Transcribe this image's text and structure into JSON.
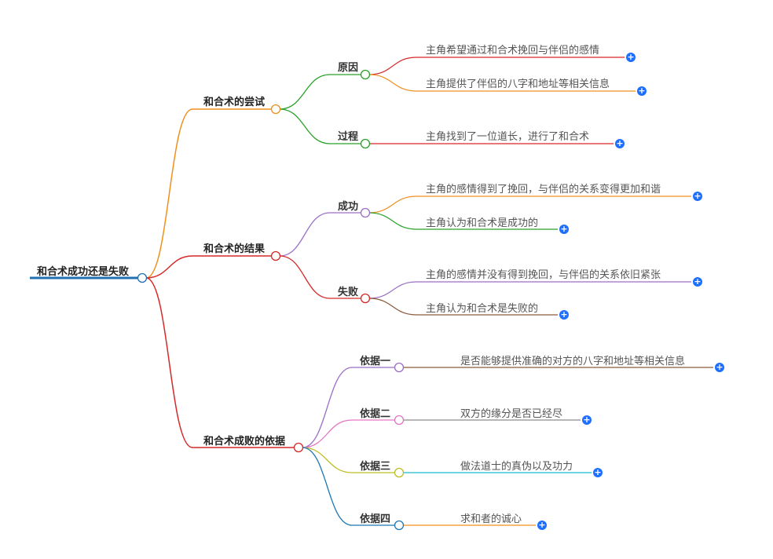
{
  "root": {
    "label": "和合术成功还是失败",
    "color": "#1f6fb2"
  },
  "branches": [
    {
      "label": "和合术的尝试",
      "color": "#f0901e",
      "children": [
        {
          "label": "原因",
          "color": "#2aa02a",
          "leaves": [
            {
              "text": "主角希望通过和合术挽回与伴侣的感情",
              "color": "#d62828"
            },
            {
              "text": "主角提供了伴侣的八字和地址等相关信息",
              "color": "#f0901e"
            }
          ]
        },
        {
          "label": "过程",
          "color": "#2aa02a",
          "leaves": [
            {
              "text": "主角找到了一位道长，进行了和合术",
              "color": "#d62828"
            }
          ]
        }
      ]
    },
    {
      "label": "和合术的结果",
      "color": "#d62828",
      "children": [
        {
          "label": "成功",
          "color": "#9b6fc6",
          "leaves": [
            {
              "text": "主角的感情得到了挽回，与伴侣的关系变得更加和谐",
              "color": "#f0901e"
            },
            {
              "text": "主角认为和合术是成功的",
              "color": "#2aa02a"
            }
          ]
        },
        {
          "label": "失败",
          "color": "#d62828",
          "leaves": [
            {
              "text": "主角的感情并没有得到挽回，与伴侣的关系依旧紧张",
              "color": "#9b6fc6"
            },
            {
              "text": "主角认为和合术是失败的",
              "color": "#8b5a3c"
            }
          ]
        }
      ]
    },
    {
      "label": "和合术成败的依据",
      "color": "#d62828",
      "children": [
        {
          "label": "依据一",
          "color": "#9b6fc6",
          "leaves": [
            {
              "text": "是否能够提供准确的对方的八字和地址等相关信息",
              "color": "#8b5a3c"
            }
          ]
        },
        {
          "label": "依据二",
          "color": "#e377c2",
          "leaves": [
            {
              "text": "双方的缘分是否已经尽",
              "color": "#8c8c8c"
            }
          ]
        },
        {
          "label": "依据三",
          "color": "#bcbd22",
          "leaves": [
            {
              "text": "做法道士的真伪以及功力",
              "color": "#17becf"
            }
          ]
        },
        {
          "label": "依据四",
          "color": "#1f77b4",
          "leaves": [
            {
              "text": "求和者的诚心",
              "color": "#f0901e"
            }
          ]
        }
      ]
    }
  ],
  "expand_symbol": "+"
}
